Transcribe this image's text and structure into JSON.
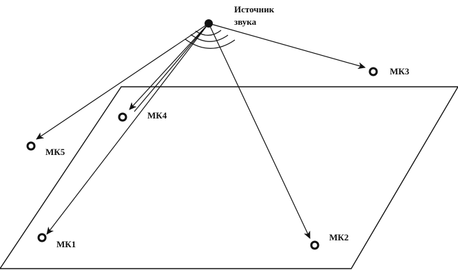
{
  "diagram": {
    "source": {
      "label_line1": "Источник",
      "label_line2": "звука",
      "icon": "source-dot-icon"
    },
    "microphones": [
      {
        "id": "mk1",
        "label": "МК1"
      },
      {
        "id": "mk2",
        "label": "МК2"
      },
      {
        "id": "mk3",
        "label": "МК3"
      },
      {
        "id": "mk4",
        "label": "МК4"
      },
      {
        "id": "mk5",
        "label": "МК5"
      }
    ],
    "colors": {
      "ink": "#111111",
      "background": "#ffffff"
    }
  }
}
